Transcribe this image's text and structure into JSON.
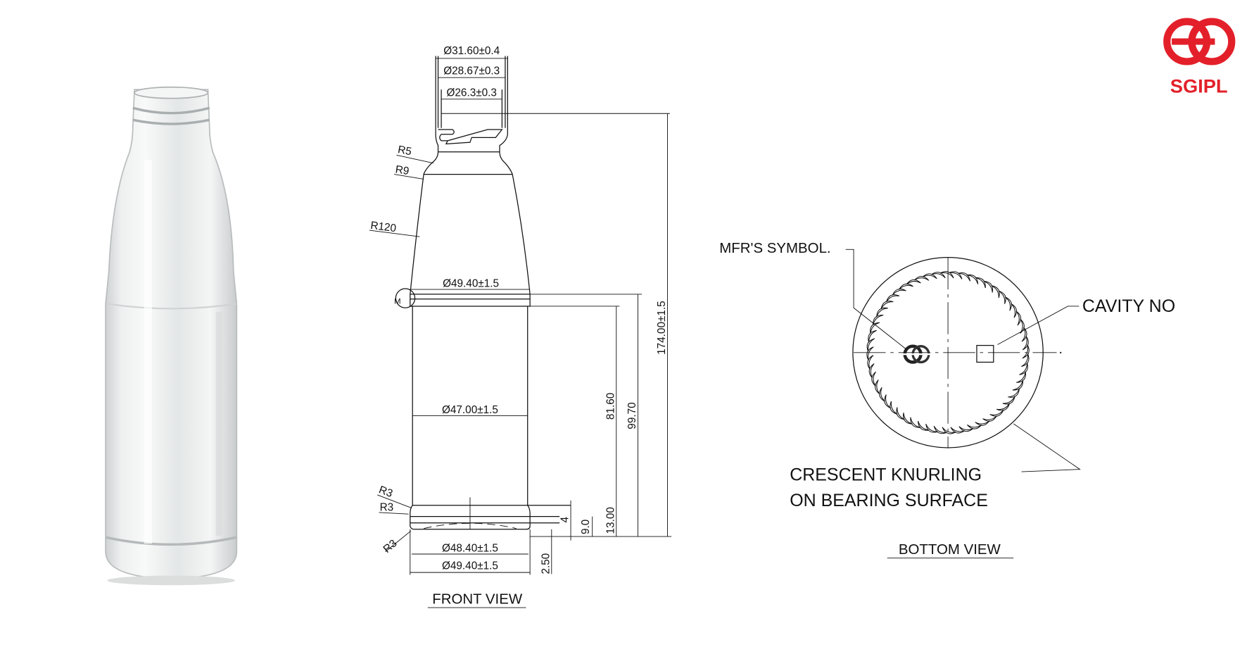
{
  "logo": {
    "text": "SGIPL",
    "color": "#e3202a"
  },
  "front_view": {
    "title": "FRONT VIEW",
    "dims": {
      "d_finish_outer": "Ø31.60±0.4",
      "d_finish_thread": "Ø28.67±0.3",
      "d_finish_inner": "Ø26.3±0.3",
      "d_shoulder": "Ø49.40±1.5",
      "d_body": "Ø47.00±1.5",
      "d_base_contact": "Ø48.40±1.5",
      "d_base": "Ø49.40±1.5",
      "h_total": "174.00±1.5",
      "h_shoulder": "99.70",
      "h_body": "81.60",
      "h_base": "13.00",
      "h_9": "9.0",
      "h_4": "4",
      "h_push": "2.50"
    },
    "radii": {
      "r5": "R5",
      "r9": "R9",
      "r120": "R120",
      "r3a": "R3",
      "r3b": "R3",
      "r3c": "R3"
    },
    "marker": "M"
  },
  "bottom_view": {
    "title": "BOTTOM VIEW",
    "mfr_symbol": "MFR'S SYMBOL.",
    "cavity_no": "CAVITY NO",
    "knurling_line1": "CRESCENT KNURLING",
    "knurling_line2": "ON BEARING SURFACE"
  }
}
